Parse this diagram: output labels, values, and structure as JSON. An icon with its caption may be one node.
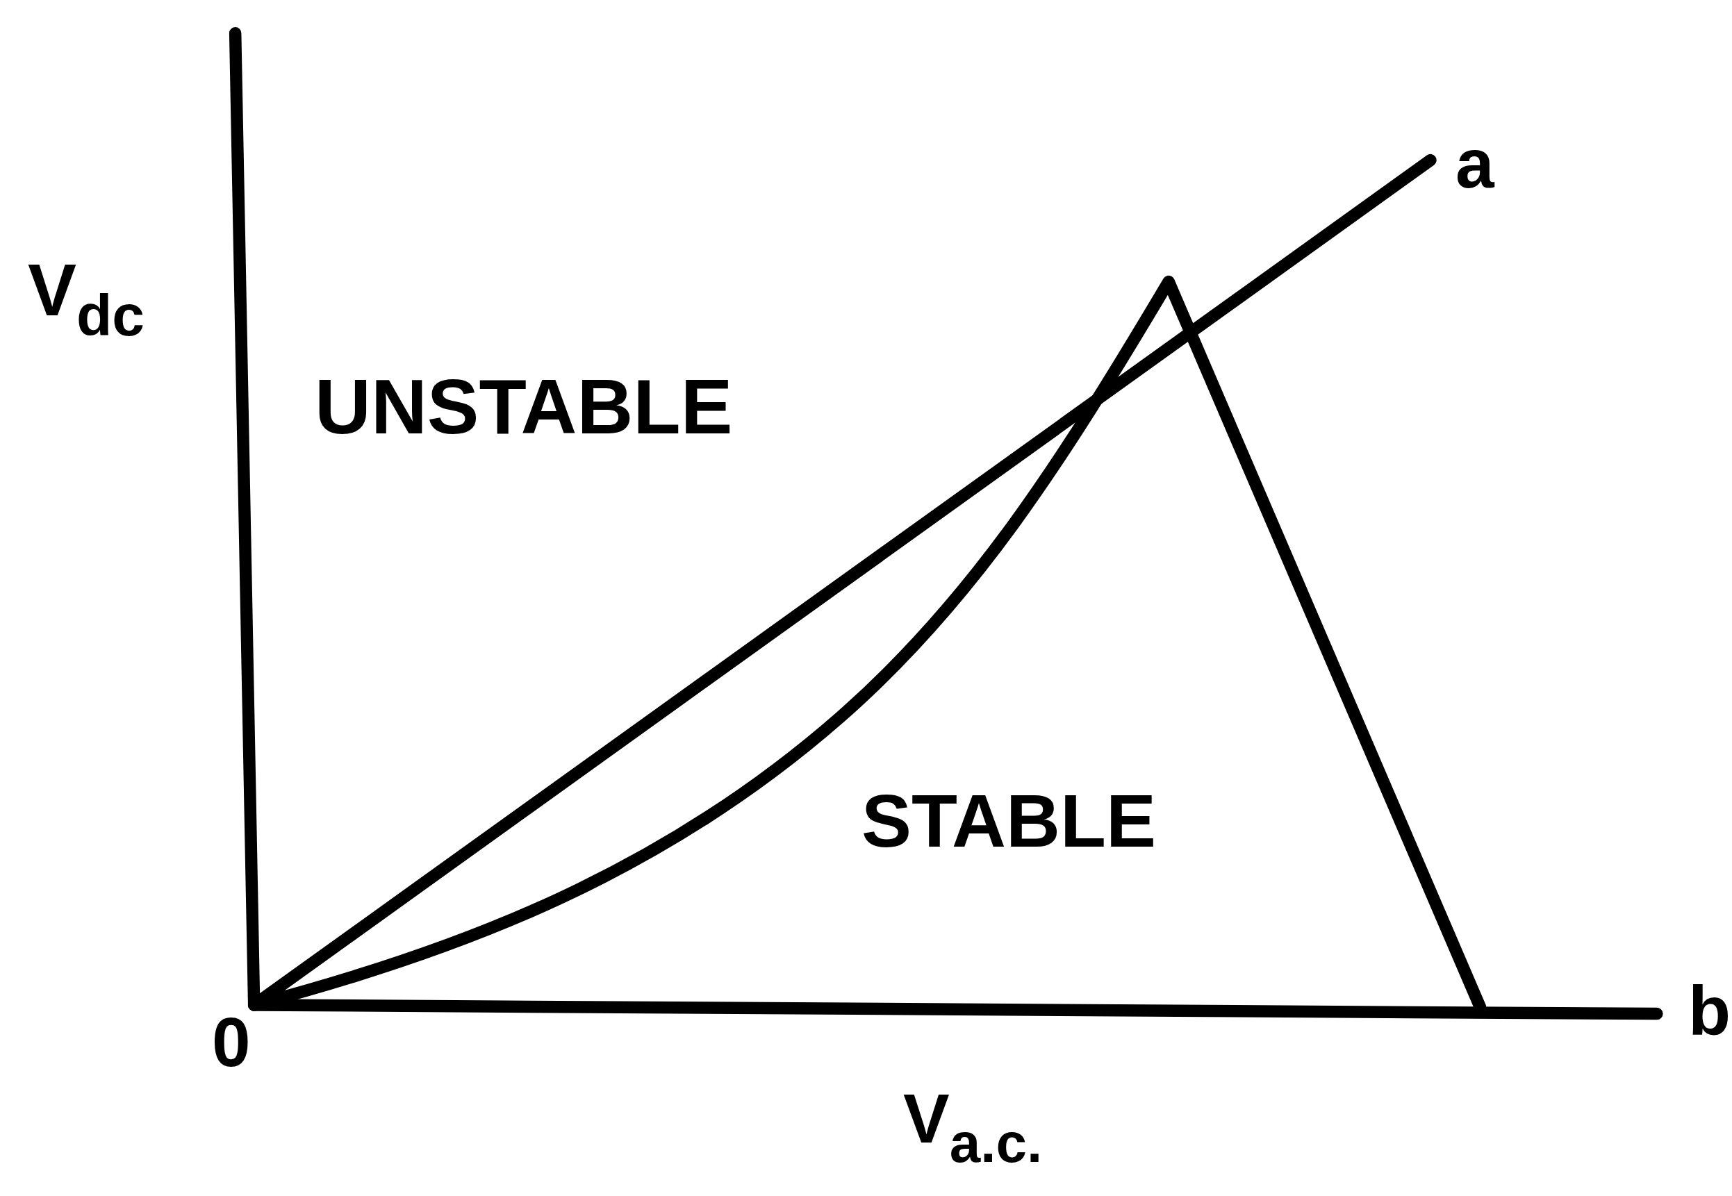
{
  "diagram": {
    "labels": [
      "V$_{dc}$",
      "a",
      "UNSTABLE",
      "STABLE",
      "b",
      "0",
      "V$_{a.c.}$"
    ]
  }
}
